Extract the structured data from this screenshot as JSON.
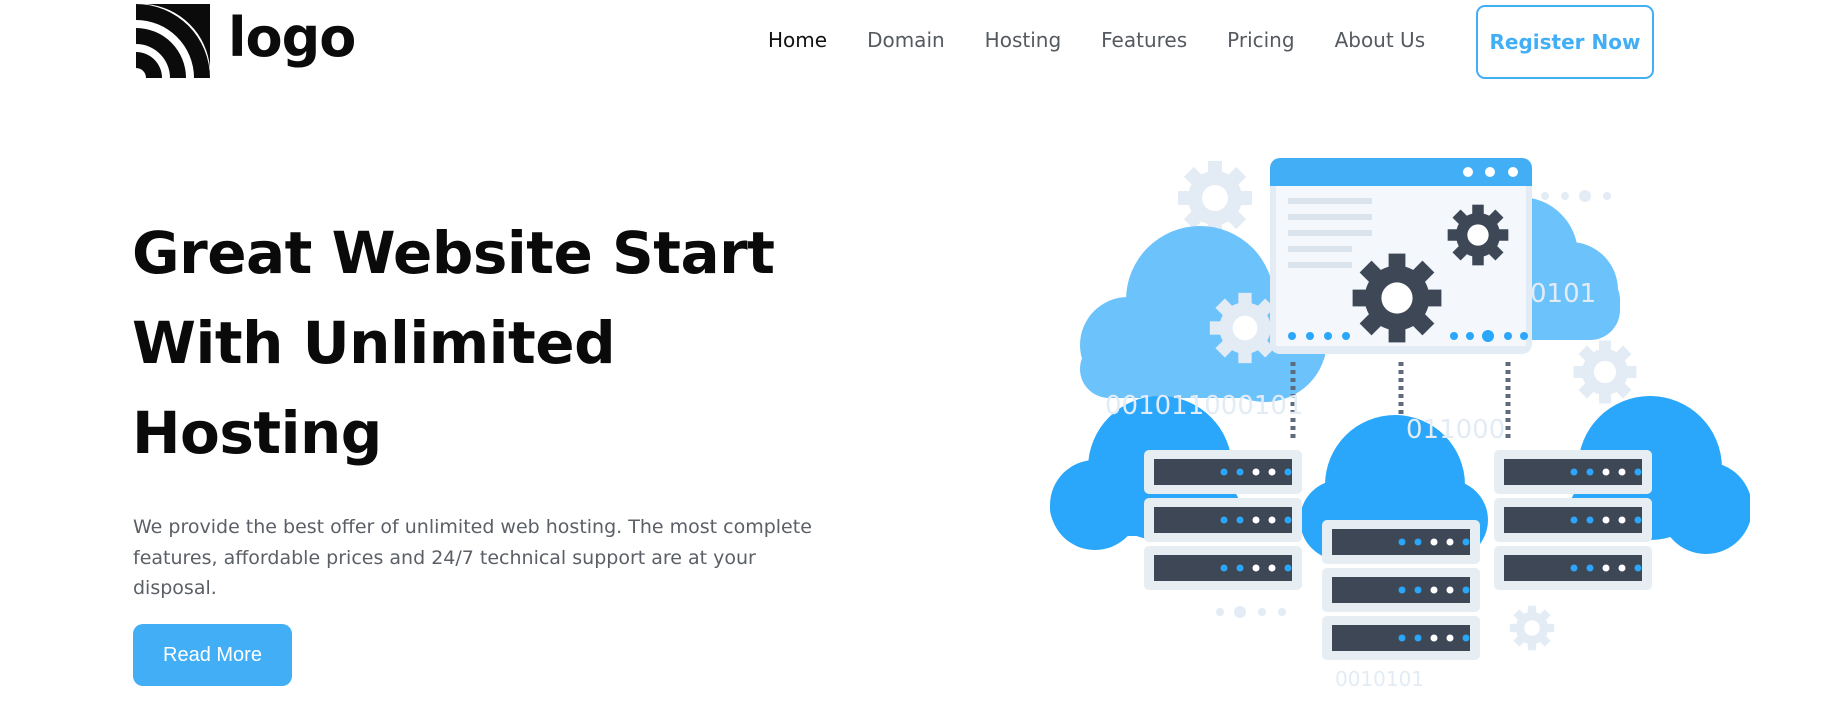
{
  "header": {
    "logo_text": "logo",
    "nav": [
      {
        "label": "Home",
        "active": true
      },
      {
        "label": "Domain",
        "active": false
      },
      {
        "label": "Hosting",
        "active": false
      },
      {
        "label": "Features",
        "active": false
      },
      {
        "label": "Pricing",
        "active": false
      },
      {
        "label": "About Us",
        "active": false
      }
    ],
    "register_label": "Register Now"
  },
  "hero": {
    "title_lines": [
      "Great Website Start",
      "With Unlimited",
      "Hosting"
    ],
    "description": "We provide the best offer of unlimited web hosting. The most complete features, affordable prices and 24/7 technical support are at your disposal.",
    "read_more_label": "Read More"
  },
  "illustration": {
    "binary_texts": [
      "0101",
      "001011000101",
      "011000",
      "0010101"
    ]
  },
  "colors": {
    "accent": "#41aef5",
    "cloud_light": "#6cc2fb",
    "cloud_bright": "#2aa7fb",
    "server_dark": "#3d4756",
    "gear_dark": "#3d4756",
    "gear_light": "#e3ecf4"
  }
}
